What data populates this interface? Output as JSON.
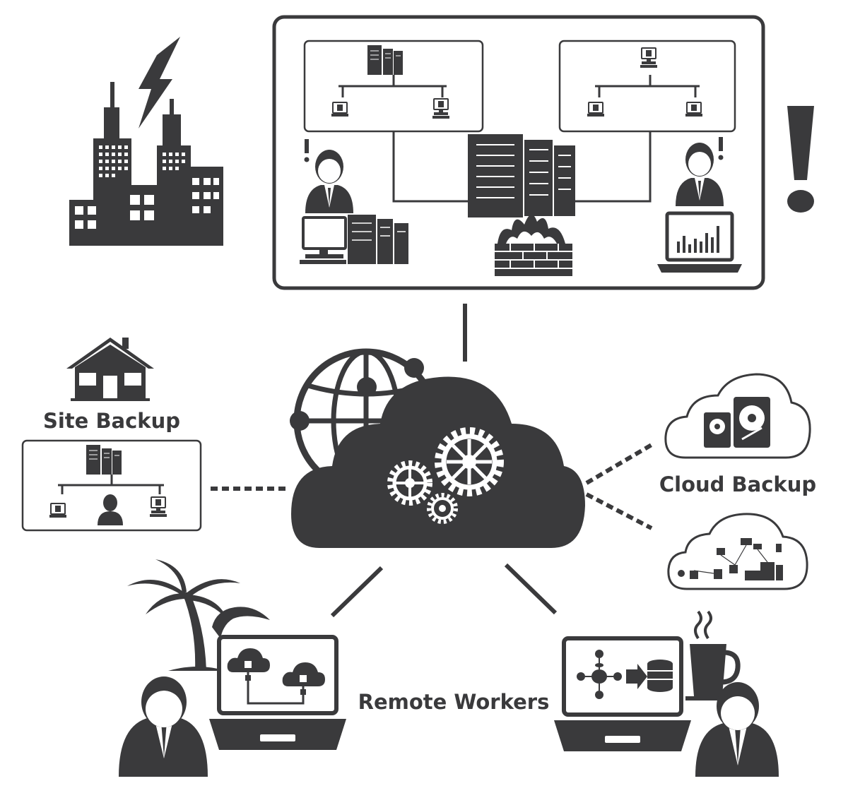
{
  "labels": {
    "site_backup": "Site Backup",
    "cloud_backup": "Cloud Backup",
    "remote_workers": "Remote Workers"
  },
  "colors": {
    "ink": "#3a3a3c",
    "paper": "#ffffff"
  }
}
